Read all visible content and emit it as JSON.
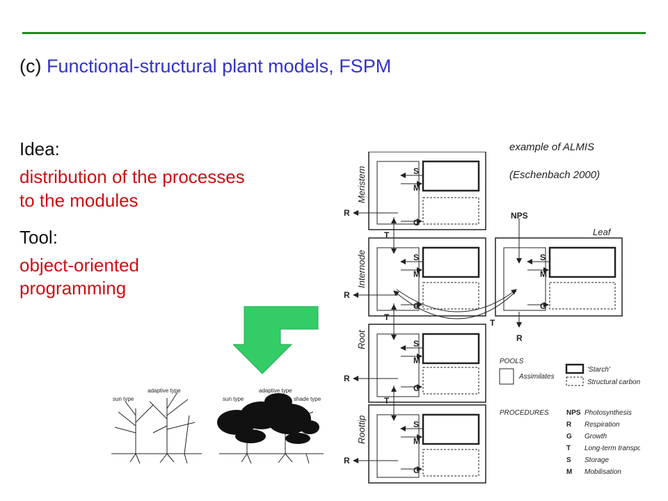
{
  "slide": {
    "prefix": "(c)",
    "title": "Functional-structural plant models, FSPM",
    "idea_label": "Idea:",
    "idea_text_1": "distribution of the processes",
    "idea_text_2": "to the modules",
    "tool_label": "Tool:",
    "tool_text_1": "object-oriented",
    "tool_text_2": "programming",
    "caption_1": "example of ALMIS",
    "caption_2": "(Eschenbach 2000)"
  },
  "colors": {
    "rule": "#1f8a1f",
    "title": "#3333cc",
    "emphasis": "#cc1111",
    "arrow_fill": "#33cc66"
  },
  "plants": {
    "left_label_1": "adaptive type",
    "left_label_2": "sun type",
    "right_label_1": "adaptive type",
    "right_label_2": "sun type",
    "right_label_3": "shade type"
  },
  "diagram": {
    "modules": [
      "Meristem",
      "Internode",
      "Root",
      "Roottip"
    ],
    "leaf": "Leaf",
    "pool_s": "S",
    "pool_m": "M",
    "pool_g": "G",
    "flow_r": "R",
    "flow_t": "T",
    "nps": "NPS",
    "pools_title": "POOLS",
    "assimilates": "Assimilates",
    "starch": "'Starch'",
    "structural": "Structural carbon",
    "procedures_title": "PROCEDURES",
    "procedures": [
      {
        "code": "NPS",
        "name": "Photosynthesis"
      },
      {
        "code": "R",
        "name": "Respiration"
      },
      {
        "code": "G",
        "name": "Growth"
      },
      {
        "code": "T",
        "name": "Long-term transport"
      },
      {
        "code": "S",
        "name": "Storage"
      },
      {
        "code": "M",
        "name": "Mobilisation"
      }
    ]
  }
}
